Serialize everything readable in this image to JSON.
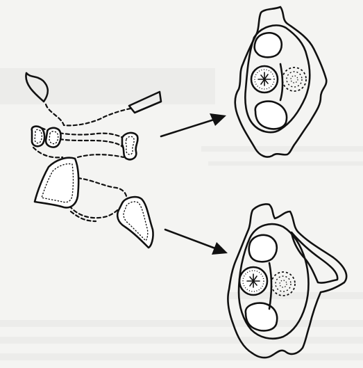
{
  "figure": {
    "title": "",
    "labels": [],
    "background_color": "#f4f4f2",
    "ink_color": "#111111",
    "bleed_through": {
      "heading_fragment": "",
      "body_fragment": "",
      "color": "#cfcfcc"
    },
    "parts": [
      "source-tissue-fragment",
      "upper-arrow",
      "upper-target-cell",
      "lower-arrow",
      "lower-target-cell"
    ]
  }
}
